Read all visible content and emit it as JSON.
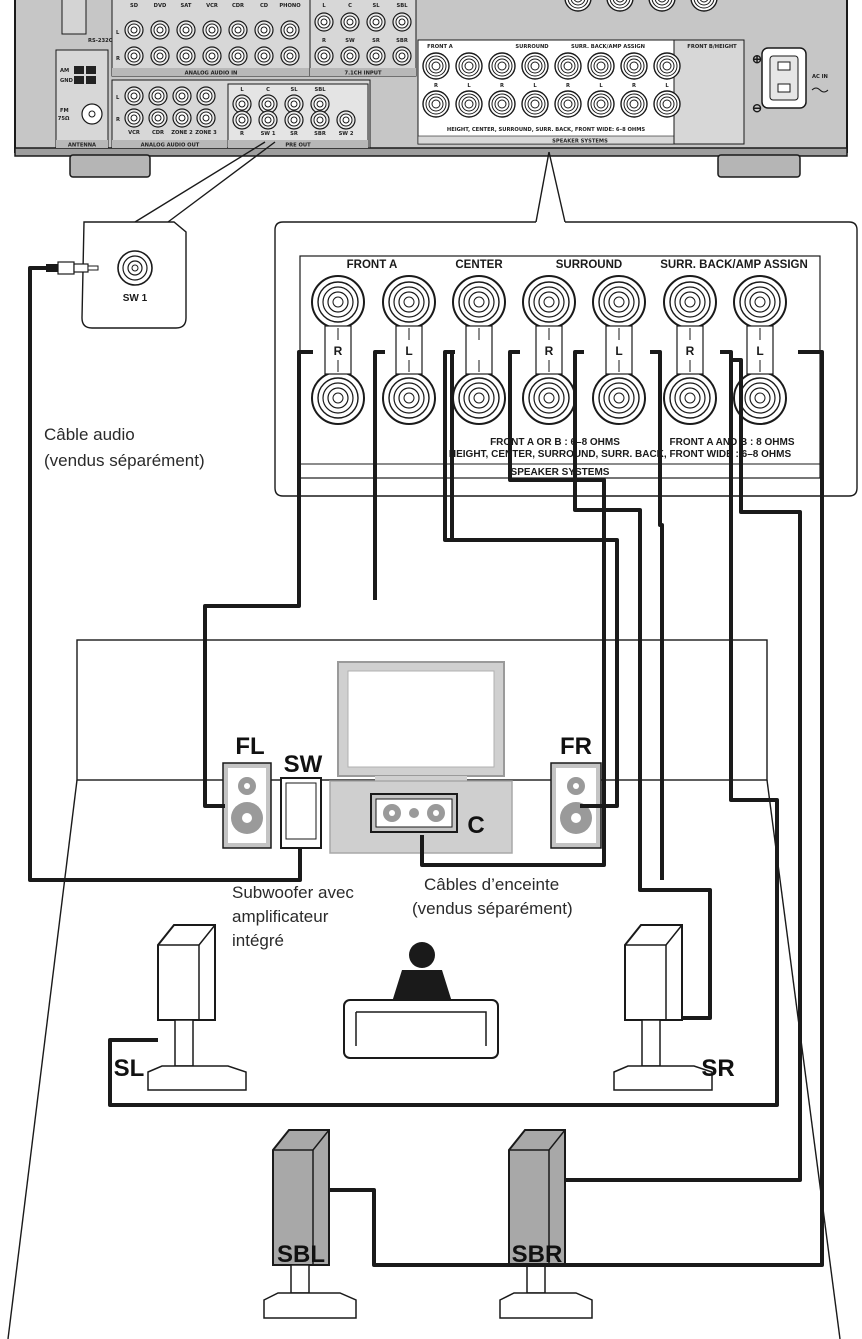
{
  "receiver": {
    "rear_labels": {
      "rs232c": "RS-232C",
      "sources": [
        "SD",
        "DVD",
        "SAT",
        "VCR",
        "CDR",
        "CD",
        "PHONO"
      ],
      "analog_audio_in": "ANALOG AUDIO IN",
      "input_71": "7.1CH INPUT",
      "input_71_top": [
        "L",
        "C",
        "SL",
        "SBL"
      ],
      "input_71_bottom": [
        "R",
        "SW",
        "SR",
        "SBR"
      ],
      "row_l": "L",
      "row_r": "R",
      "am": "AM",
      "gnd": "GND",
      "fm": "FM",
      "fm_ohm": " 75Ω",
      "antenna": "ANTENNA",
      "analog_audio_out": "ANALOG AUDIO OUT",
      "audio_out_labels": [
        "VCR",
        "CDR",
        "ZONE 2",
        "ZONE 3"
      ],
      "pre_out": "PRE OUT",
      "pre_out_top": [
        "L",
        "C",
        "SL",
        "SBL"
      ],
      "pre_out_bottom": [
        "R",
        "SW 1",
        "SR",
        "SBR",
        "SW 2"
      ],
      "small_speaker_groups": [
        "FRONT A",
        "SURROUND",
        "SURR. BACK/AMP ASSIGN",
        "FRONT B/HEIGHT"
      ],
      "small_speaker_rl": [
        "R",
        "L",
        "R",
        "L",
        "R",
        "L",
        "R",
        "L"
      ],
      "small_speaker_note": "HEIGHT, CENTER, SURROUND, SURR. BACK, FRONT WIDE: 6–8 OHMS",
      "speaker_systems_small": "SPEAKER SYSTEMS",
      "ac_in": "AC IN",
      "plus": "⊕",
      "minus": "⊖"
    }
  },
  "sw_callout": {
    "label": "SW 1"
  },
  "speaker_panel": {
    "groups": [
      "FRONT A",
      "CENTER",
      "SURROUND",
      "SURR. BACK/AMP ASSIGN"
    ],
    "channel_labels": [
      "R",
      "L",
      "R",
      "L",
      "R",
      "L"
    ],
    "note_line1_left": "FRONT A  OR  B : 6–8 OHMS",
    "note_line1_right": "FRONT A  AND  B : 8 OHMS",
    "note_line2": "HEIGHT, CENTER, SURROUND, SURR. BACK, FRONT WIDE : 6–8 OHMS",
    "footer": "SPEAKER SYSTEMS"
  },
  "captions": {
    "audio_cable_line1": "Câble audio",
    "audio_cable_line2": "(vendus séparément)",
    "subwoofer_line1": "Subwoofer avec",
    "subwoofer_line2": "amplificateur",
    "subwoofer_line3": "intégré",
    "speaker_cables_line1": "Câbles d’enceinte",
    "speaker_cables_line2": "(vendus séparément)"
  },
  "speakers": {
    "fl": "FL",
    "sw": "SW",
    "fr": "FR",
    "c": "C",
    "sl": "SL",
    "sr": "SR",
    "sbl": "SBL",
    "sbr": "SBR"
  },
  "colors": {
    "panel_bg": "#c8c8c8",
    "panel_dark": "#a9a9a9",
    "cable": "#1a1a1a",
    "speaker_grey": "#bdbdbd",
    "speaker_dark": "#9a9a9a",
    "stroke": "#1a1a1a"
  }
}
